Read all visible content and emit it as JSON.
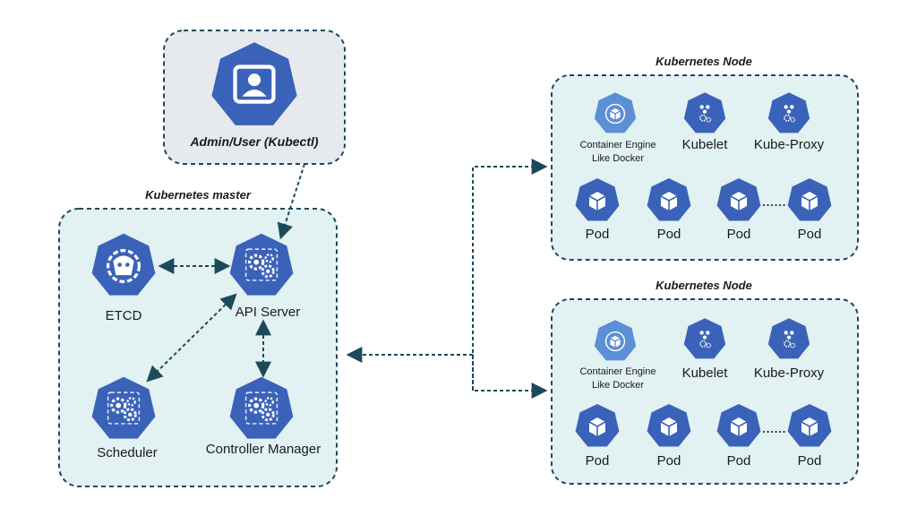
{
  "colors": {
    "panel_fill": "#e2f1f1",
    "admin_fill": "#e6e9ee",
    "border": "#1c4a5a",
    "hex_blue": "#3b62b9",
    "hex_light": "#5b8fd6",
    "text": "#1b1b1b"
  },
  "admin": {
    "label": "Admin/User (Kubectl)",
    "icon": "user-id-card-icon"
  },
  "master": {
    "title": "Kubernetes master",
    "components": {
      "etcd": {
        "label": "ETCD",
        "icon": "etcd-icon"
      },
      "api": {
        "label": "API Server",
        "icon": "api-server-icon"
      },
      "scheduler": {
        "label": "Scheduler",
        "icon": "scheduler-icon"
      },
      "controller": {
        "label": "Controller Manager",
        "icon": "controller-manager-icon"
      }
    }
  },
  "nodes": [
    {
      "title": "Kubernetes Node",
      "engine_line1": "Container Engine",
      "engine_line2": "Like Docker",
      "kubelet": "Kubelet",
      "kubeproxy": "Kube-Proxy",
      "pods": [
        "Pod",
        "Pod",
        "Pod",
        "Pod"
      ]
    },
    {
      "title": "Kubernetes Node",
      "engine_line1": "Container Engine",
      "engine_line2": "Like Docker",
      "kubelet": "Kubelet",
      "kubeproxy": "Kube-Proxy",
      "pods": [
        "Pod",
        "Pod",
        "Pod",
        "Pod"
      ]
    }
  ]
}
